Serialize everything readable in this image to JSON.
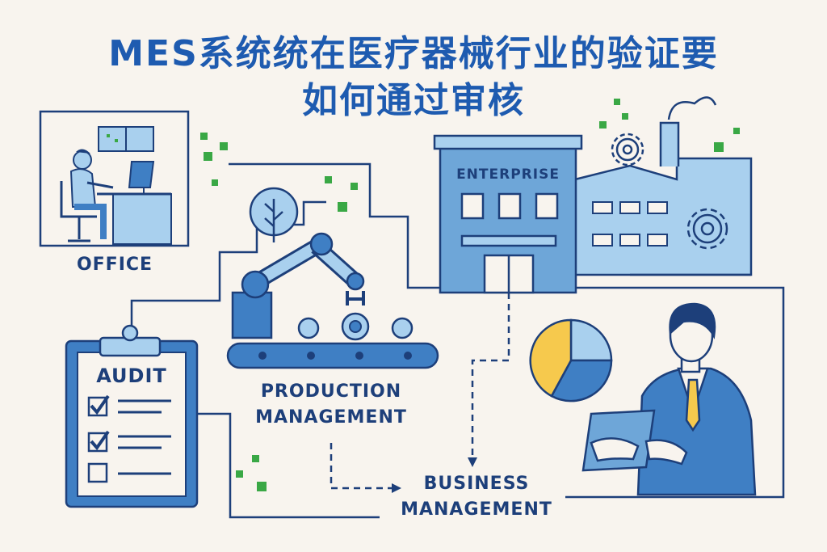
{
  "title": {
    "line1": "MES系统统在医疗器械行业的验证要",
    "line2": "如何通过审核"
  },
  "labels": {
    "office": "OFFICE",
    "enterprise": "ENTERPRISE",
    "audit": "AUDIT",
    "production_line1": "PRODUCTION",
    "production_line2": "MANAGEMENT",
    "business_line1": "BUSINESS",
    "business_line2": "MANAGEMENT"
  },
  "colors": {
    "background": "#f8f4ee",
    "title": "#1e5bb0",
    "line": "#1d3f7a",
    "blue": "#3f7fc4",
    "light_blue": "#a9d0ee",
    "accent_green": "#3aa845",
    "accent_yellow": "#f6c94d"
  },
  "icons": [
    "office-worker-icon",
    "factory-icon",
    "robot-arm-icon",
    "clipboard-checklist-icon",
    "pie-chart-icon",
    "businessman-tablet-icon",
    "gear-icon",
    "tree-icon"
  ]
}
